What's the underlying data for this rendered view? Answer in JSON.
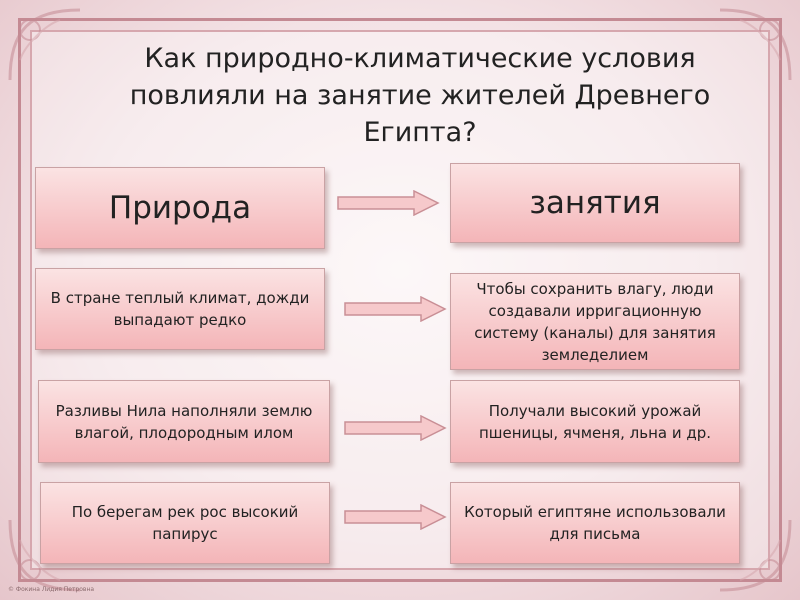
{
  "title": "Как природно-климатические условия повлияли на занятие жителей Древнего Египта?",
  "headers": {
    "left": "Природа",
    "right": "занятия"
  },
  "rows": [
    {
      "cause": "В стране теплый климат, дожди выпадают редко",
      "effect": "Чтобы сохранить влагу, люди создавали ирригационную систему (каналы) для занятия земледелием"
    },
    {
      "cause": "Разливы Нила наполняли землю  влагой, плодородным илом",
      "effect": "Получали высокий урожай пшеницы, ячменя, льна  и др."
    },
    {
      "cause": "По берегам рек рос высокий папирус",
      "effect": "Который египтяне использовали для письма"
    }
  ],
  "colors": {
    "box_top": "#fbe3e3",
    "box_bottom": "#f4b5b8",
    "frame": "#c48a93",
    "arrow_fill": "#f6c9cb",
    "arrow_stroke": "#c98f96"
  },
  "credit": "© Фокина Лидия Петровна"
}
